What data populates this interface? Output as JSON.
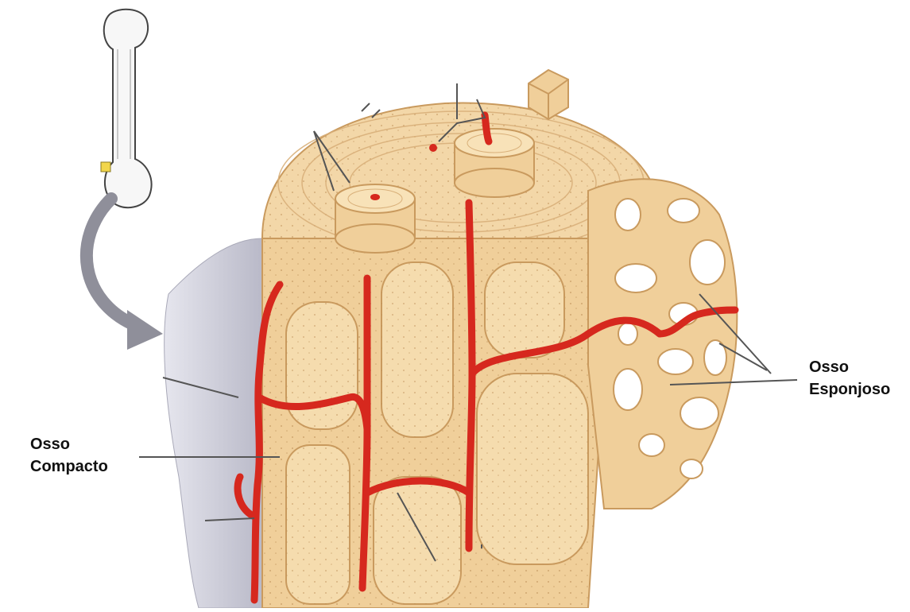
{
  "labels": {
    "compact_line1": "Osso",
    "compact_line2": "Compacto",
    "spongy_line1": "Osso",
    "spongy_line2": "Esponjoso"
  },
  "colors": {
    "bone": "#f3d7a8",
    "bone_dark": "#e2b97e",
    "bone_edge": "#c99a5e",
    "vessel": "#d6281e",
    "periosteum": "#c9c9d6",
    "arrow": "#8f8f9a",
    "leader": "#555555",
    "label_text": "#111111"
  },
  "icons": {
    "femur": "femur-icon",
    "curved_arrow": "curved-arrow-icon"
  }
}
